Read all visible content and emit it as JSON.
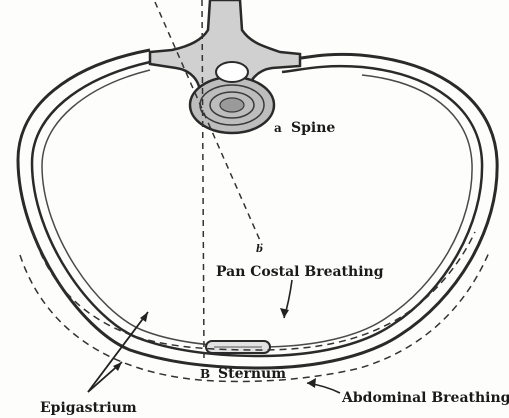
{
  "labels": {
    "spine": "Spine",
    "pan_costal": "Pan Costal Breathing",
    "sternum": "Sternum",
    "epigastrium": "Epigastrium",
    "abdominal": "Abdominal Breathing",
    "spine_marker": "a",
    "mid_marker": "b",
    "sternum_marker": "B"
  },
  "colors": {
    "bone_outline": "#2a2a2a",
    "bone_fill": "#c9c9c9",
    "dashed_line": "#333333"
  }
}
